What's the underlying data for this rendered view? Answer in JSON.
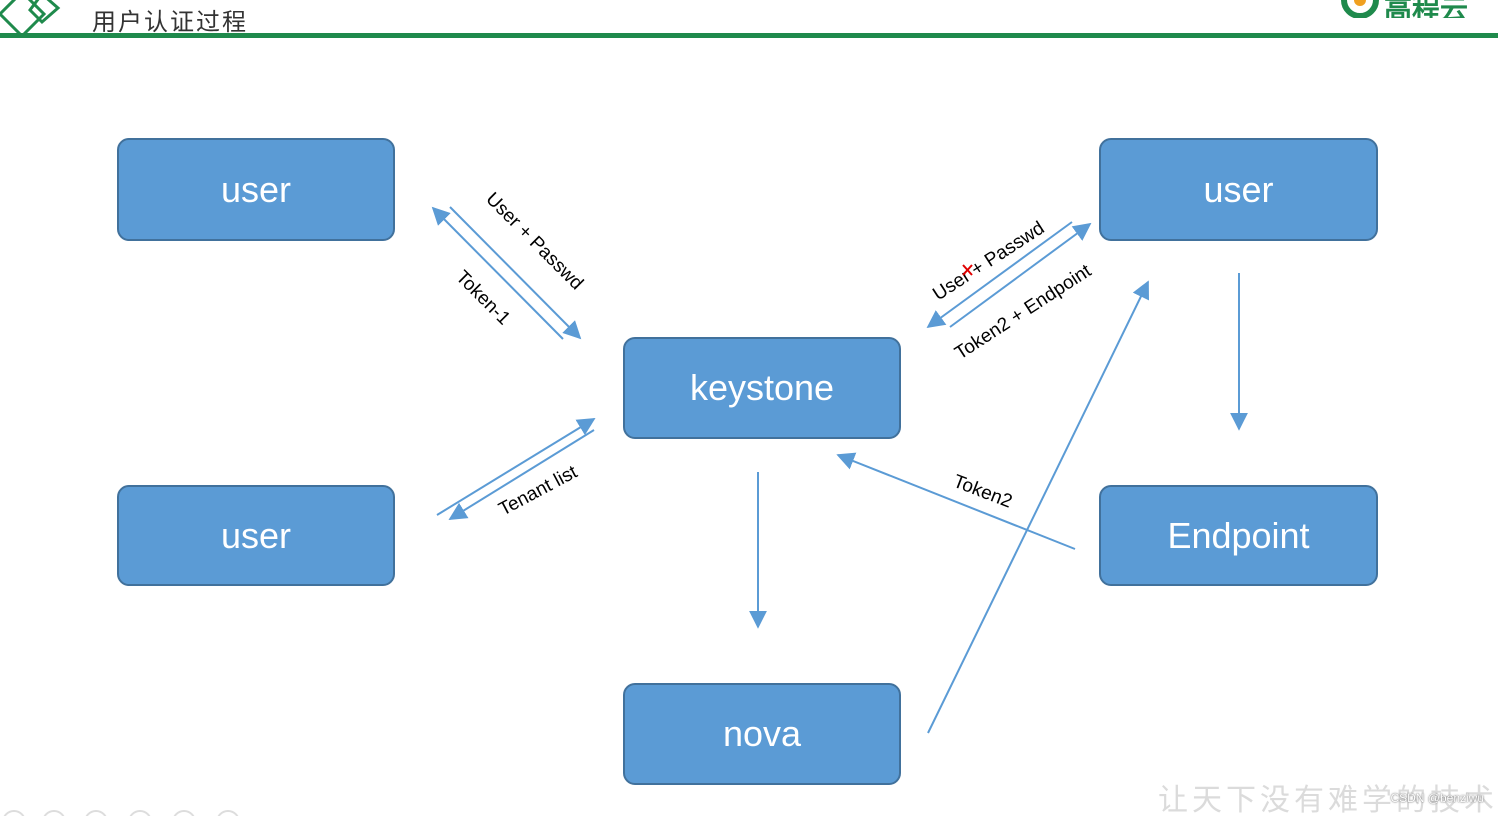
{
  "header": {
    "title": "用户认证过程",
    "brand_text": "高程云",
    "accent_color": "#1f8a4c"
  },
  "nodes": {
    "user_top_left": "user",
    "user_bottom_left": "user",
    "keystone": "keystone",
    "nova": "nova",
    "user_top_right": "user",
    "endpoint": "Endpoint"
  },
  "edge_labels": {
    "user_passwd_left": "User + Passwd",
    "token_1": "Token-1",
    "tenant_list": "Tenant list",
    "user_passwd_right": "User + Passwd",
    "token2_endpoint": "Token2 + Endpoint",
    "token2": "Token2"
  },
  "footer": {
    "slogan": "让天下没有难学的技术",
    "watermark": "CSDN @benziwu"
  },
  "colors": {
    "node_fill": "#5b9bd5",
    "node_border": "#41719c",
    "arrow": "#5b9bd5",
    "strike_mark": "#e00000"
  }
}
